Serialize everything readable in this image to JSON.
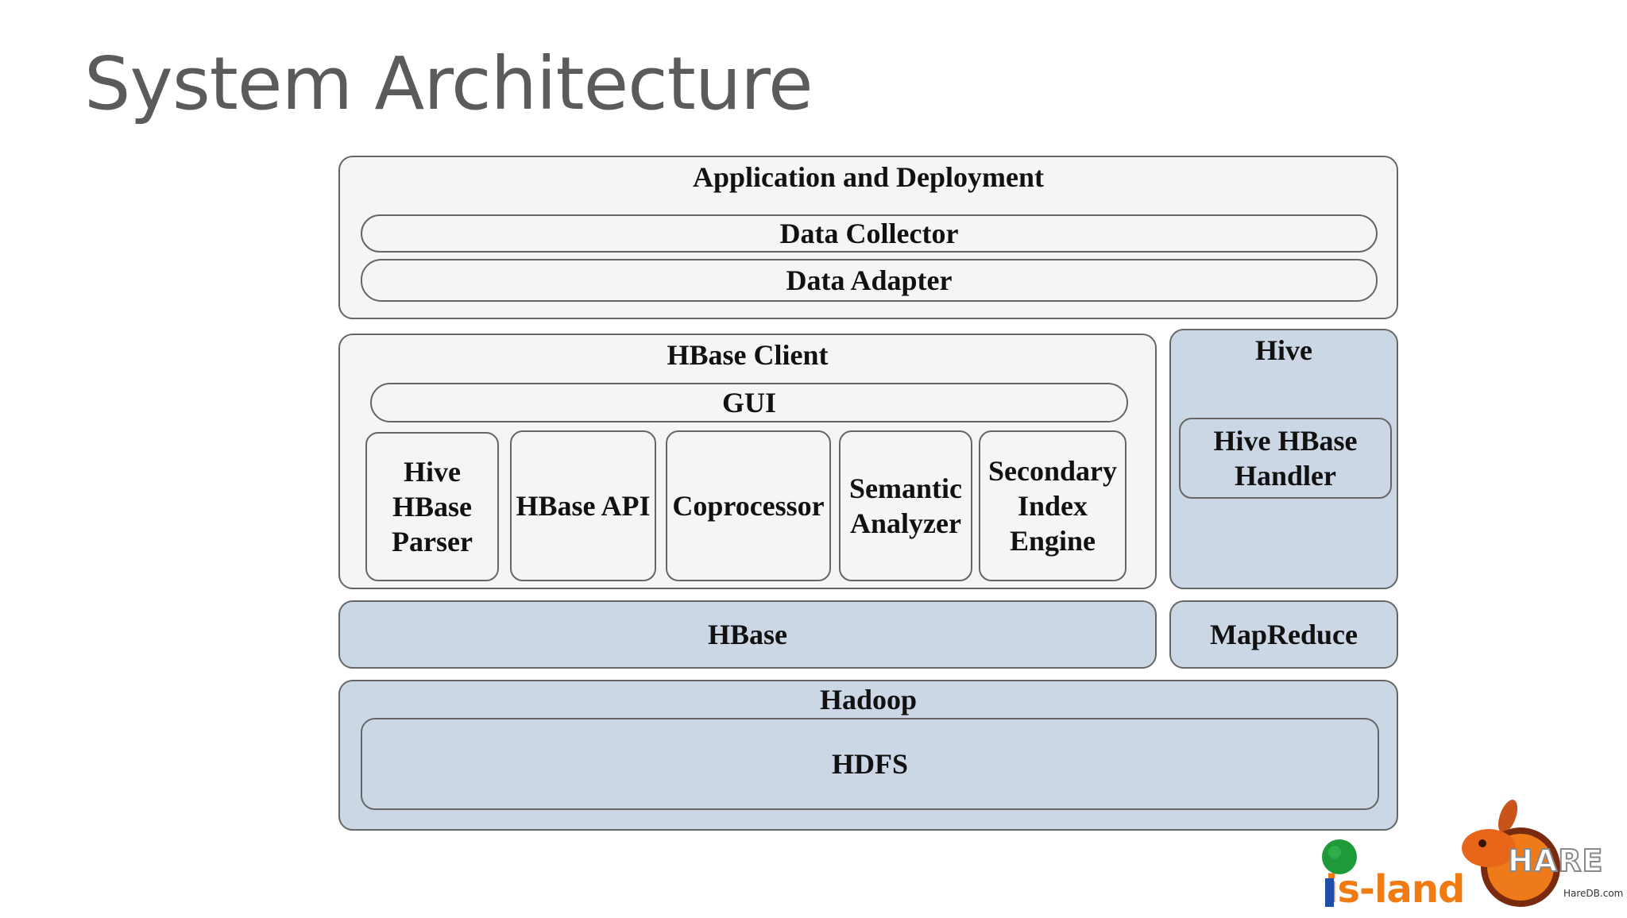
{
  "slide": {
    "title": "System Architecture"
  },
  "diagram": {
    "app_deploy": {
      "title": "Application and Deployment",
      "data_collector": "Data Collector",
      "data_adapter": "Data Adapter"
    },
    "hbase_client": {
      "title": "HBase Client",
      "gui": "GUI",
      "components": [
        "Hive\nHBase\nParser",
        "HBase API",
        "Coprocessor",
        "Semantic\nAnalyzer",
        "Secondary\nIndex\nEngine"
      ]
    },
    "hive": {
      "title": "Hive",
      "handler": "Hive HBase\nHandler"
    },
    "hbase": "HBase",
    "mapreduce": "MapReduce",
    "hadoop": {
      "title": "Hadoop",
      "hdfs": "HDFS"
    }
  },
  "logos": {
    "island": {
      "text": "is-land"
    },
    "hare": {
      "text": "HARE",
      "site": "HareDB.com"
    }
  },
  "colors": {
    "title_gray": "#5b5b5b",
    "box_light": "#f4f5f7",
    "box_blue": "#cbd7e5",
    "border": "#666666",
    "island_green": "#1e9a3a",
    "island_blue": "#1f4fa8",
    "island_orange": "#f07b12",
    "hare_orange": "#ef7a1a",
    "hare_dark": "#7a2a0e"
  }
}
